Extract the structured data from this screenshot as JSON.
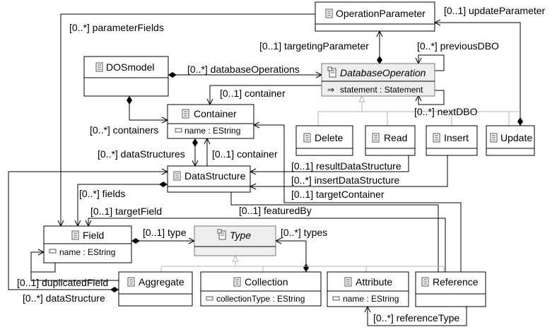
{
  "classes": {
    "operation_parameter": "OperationParameter",
    "dos_model": "DOSmodel",
    "database_operation": "DatabaseOperation",
    "database_operation_attr": "statement : Statement",
    "container": "Container",
    "container_attr": "name : EString",
    "data_structure": "DataStructure",
    "delete": "Delete",
    "read": "Read",
    "insert": "Insert",
    "update": "Update",
    "field": "Field",
    "field_attr": "name : EString",
    "type": "Type",
    "aggregate": "Aggregate",
    "collection": "Collection",
    "collection_attr": "collectionType : EString",
    "attribute": "Attribute",
    "attribute_attr": "name : EString",
    "reference": "Reference"
  },
  "labels": {
    "update_parameter": "[0..1] updateParameter",
    "parameter_fields": "[0..*] parameterFields",
    "targeting_parameter": "[0..1] targetingParameter",
    "previous_dbo": "[0..*] previousDBO",
    "database_operations": "[0..*] databaseOperations",
    "container_ref": "[0..1] container",
    "next_dbo": "[0..*] nextDBO",
    "containers": "[0..*] containers",
    "data_structures": "[0..*] dataStructures",
    "container_ref2": "[0..1] container",
    "result_data_structure": "[0..1] resultDataStructure",
    "insert_data_structure": "[0..*] insertDataStructure",
    "target_container": "[0..1] targetContainer",
    "fields": "[0..*] fields",
    "featured_by": "[0..1] featuredBy",
    "target_field": "[0..1] targetField",
    "type_ref": "[0..1] type",
    "types": "[0..*] types",
    "duplicated_field": "[0..1] duplicatedField",
    "data_structure_ref": "[0..*] dataStructure",
    "reference_type": "[0..*] referenceType"
  }
}
